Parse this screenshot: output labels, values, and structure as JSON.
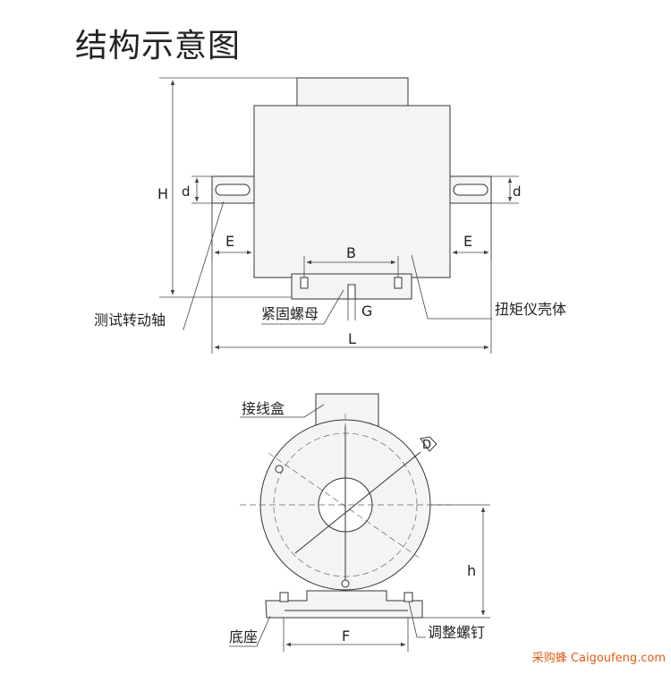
{
  "title": "结构示意图",
  "labels": {
    "H": "H",
    "d_left": "d",
    "d_right": "d",
    "E_left": "E",
    "E_right": "E",
    "B": "B",
    "G": "G",
    "L": "L",
    "h": "h",
    "F": "F",
    "D": "D"
  },
  "callouts": {
    "test_shaft": "测试转动轴",
    "lock_nut": "紧固螺母",
    "housing": "扭矩仪壳体",
    "junction_box": "接线盒",
    "base": "底座",
    "adjust_screw": "调整螺钉"
  },
  "watermark": "采购蜂 Caigoufeng.com",
  "colors": {
    "line": "#333333",
    "body_fill": "#f4f4f4",
    "watermark": "#e05a10"
  }
}
